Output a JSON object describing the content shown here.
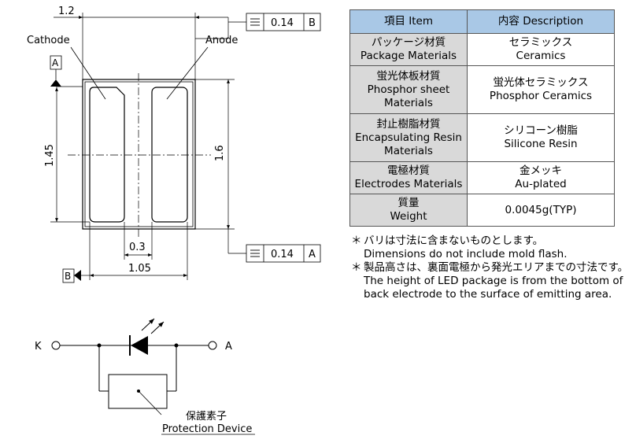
{
  "drawing": {
    "dims": {
      "top_width": "1.2",
      "height_inner": "1.45",
      "height_outer": "1.6",
      "gap": "0.3",
      "width_bottom": "1.05"
    },
    "labels": {
      "cathode": "Cathode",
      "anode": "Anode"
    },
    "datums": {
      "a": "A",
      "b": "B"
    },
    "tolerances": [
      {
        "symbol": "⌯",
        "value": "0.14",
        "datum": "B"
      },
      {
        "symbol": "⌯",
        "value": "0.14",
        "datum": "A"
      }
    ]
  },
  "circuit": {
    "k_label": "K",
    "a_label": "A",
    "protection_jp": "保護素子",
    "protection_en": "Protection Device"
  },
  "table": {
    "header": {
      "item": "項目 Item",
      "description": "内容 Description"
    },
    "rows": [
      {
        "item_jp": "パッケージ材質",
        "item_en": "Package Materials",
        "item_en2": "",
        "value_jp": "セラミックス",
        "value_en": "Ceramics"
      },
      {
        "item_jp": "蛍光体板材質",
        "item_en": "Phosphor sheet",
        "item_en2": "Materials",
        "value_jp": "蛍光体セラミックス",
        "value_en": "Phosphor Ceramics"
      },
      {
        "item_jp": "封止樹脂材質",
        "item_en": "Encapsulating Resin",
        "item_en2": "Materials",
        "value_jp": "シリコーン樹脂",
        "value_en": "Silicone Resin"
      },
      {
        "item_jp": "電極材質",
        "item_en": "Electrodes Materials",
        "item_en2": "",
        "value_jp": "金メッキ",
        "value_en": "Au-plated"
      },
      {
        "item_jp": "質量",
        "item_en": "Weight",
        "item_en2": "",
        "value_jp": "",
        "value_en": "0.0045g(TYP)"
      }
    ]
  },
  "notes": [
    {
      "mark": "＊",
      "lines": [
        "バリは寸法に含まないものとします。",
        "Dimensions do not include mold flash."
      ]
    },
    {
      "mark": "＊",
      "lines": [
        "製品高さは、裏面電極から発光エリアまでの寸法です。",
        "The height of LED package is from the bottom of",
        "back electrode to the surface of emitting area."
      ]
    }
  ]
}
